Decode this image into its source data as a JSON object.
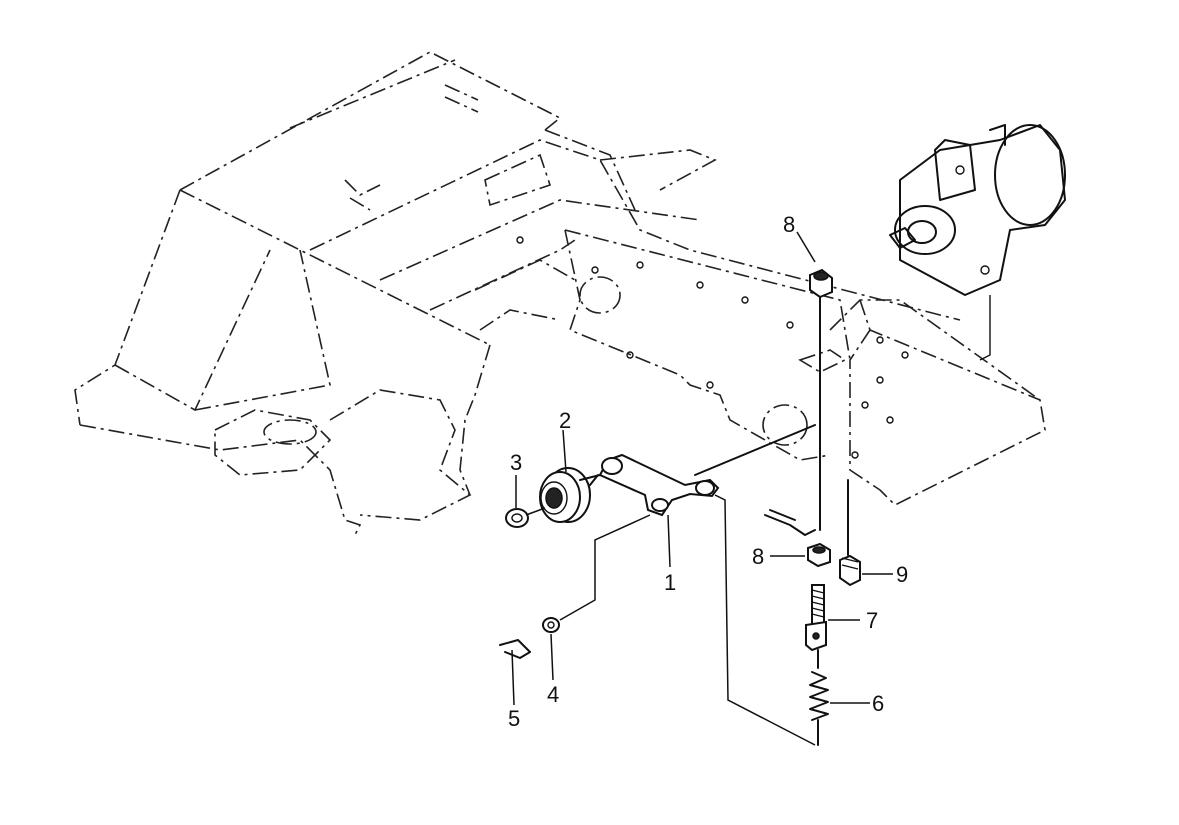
{
  "callouts": [
    {
      "id": "callout-1",
      "label": "1"
    },
    {
      "id": "callout-2",
      "label": "2"
    },
    {
      "id": "callout-3",
      "label": "3"
    },
    {
      "id": "callout-4",
      "label": "4"
    },
    {
      "id": "callout-5",
      "label": "5"
    },
    {
      "id": "callout-6",
      "label": "6"
    },
    {
      "id": "callout-7",
      "label": "7"
    },
    {
      "id": "callout-8-top",
      "label": "8"
    },
    {
      "id": "callout-8-lower",
      "label": "8"
    },
    {
      "id": "callout-9",
      "label": "9"
    }
  ]
}
